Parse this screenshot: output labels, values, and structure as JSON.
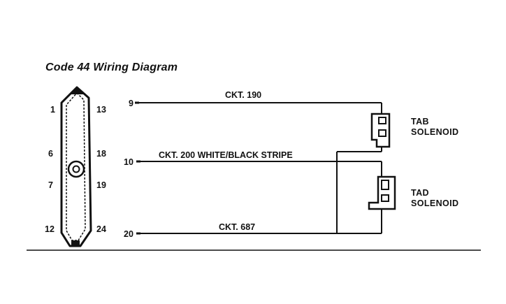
{
  "diagram": {
    "title": "Code 44 Wiring Diagram",
    "connector": {
      "pin_labels": {
        "p1": "1",
        "p13": "13",
        "p6": "6",
        "p18": "18",
        "p7": "7",
        "p19": "19",
        "p12": "12",
        "p24": "24"
      }
    },
    "terminals": {
      "t9": "9",
      "t10": "10",
      "t20": "20"
    },
    "circuits": {
      "ckt190": "CKT. 190",
      "ckt200": "CKT. 200 WHITE/BLACK STRIPE",
      "ckt687": "CKT. 687"
    },
    "components": {
      "tab_solenoid": {
        "line1": "TAB",
        "line2": "SOLENOID"
      },
      "tad_solenoid": {
        "line1": "TAD",
        "line2": "SOLENOID"
      }
    }
  }
}
